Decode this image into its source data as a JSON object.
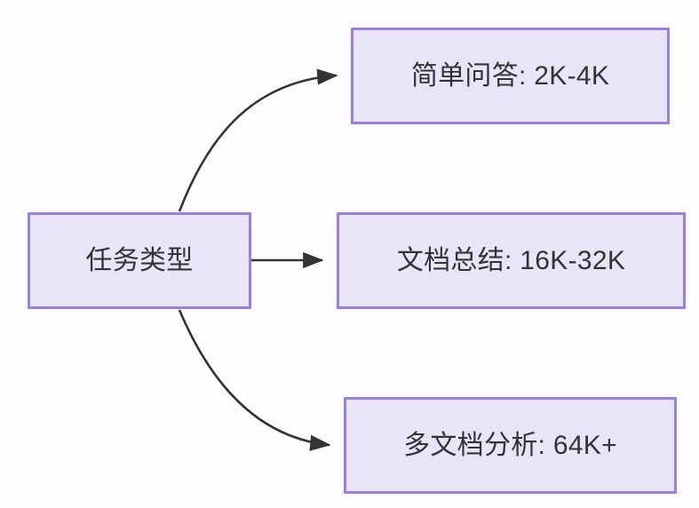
{
  "diagram": {
    "type": "flowchart",
    "direction": "left-to-right",
    "background_color": "#fdfcfe",
    "node_fill_color": "#e9e5f9",
    "node_border_color": "#9a7ee0",
    "node_text_color": "#333333",
    "edge_color": "#333333",
    "title": "",
    "nodes": [
      {
        "id": "source",
        "label": "任务类型",
        "role": "root"
      },
      {
        "id": "simple-qa",
        "label": "简单问答: 2K-4K",
        "role": "leaf",
        "task": "简单问答",
        "context_length": "2K-4K"
      },
      {
        "id": "doc-summary",
        "label": "文档总结: 16K-32K",
        "role": "leaf",
        "task": "文档总结",
        "context_length": "16K-32K"
      },
      {
        "id": "multi-doc",
        "label": "多文档分析: 64K+",
        "role": "leaf",
        "task": "多文档分析",
        "context_length": "64K+"
      }
    ],
    "edges": [
      {
        "from": "source",
        "to": "simple-qa",
        "label": "",
        "style": "curved-arrow"
      },
      {
        "from": "source",
        "to": "doc-summary",
        "label": "",
        "style": "straight-arrow"
      },
      {
        "from": "source",
        "to": "multi-doc",
        "label": "",
        "style": "curved-arrow"
      }
    ]
  }
}
